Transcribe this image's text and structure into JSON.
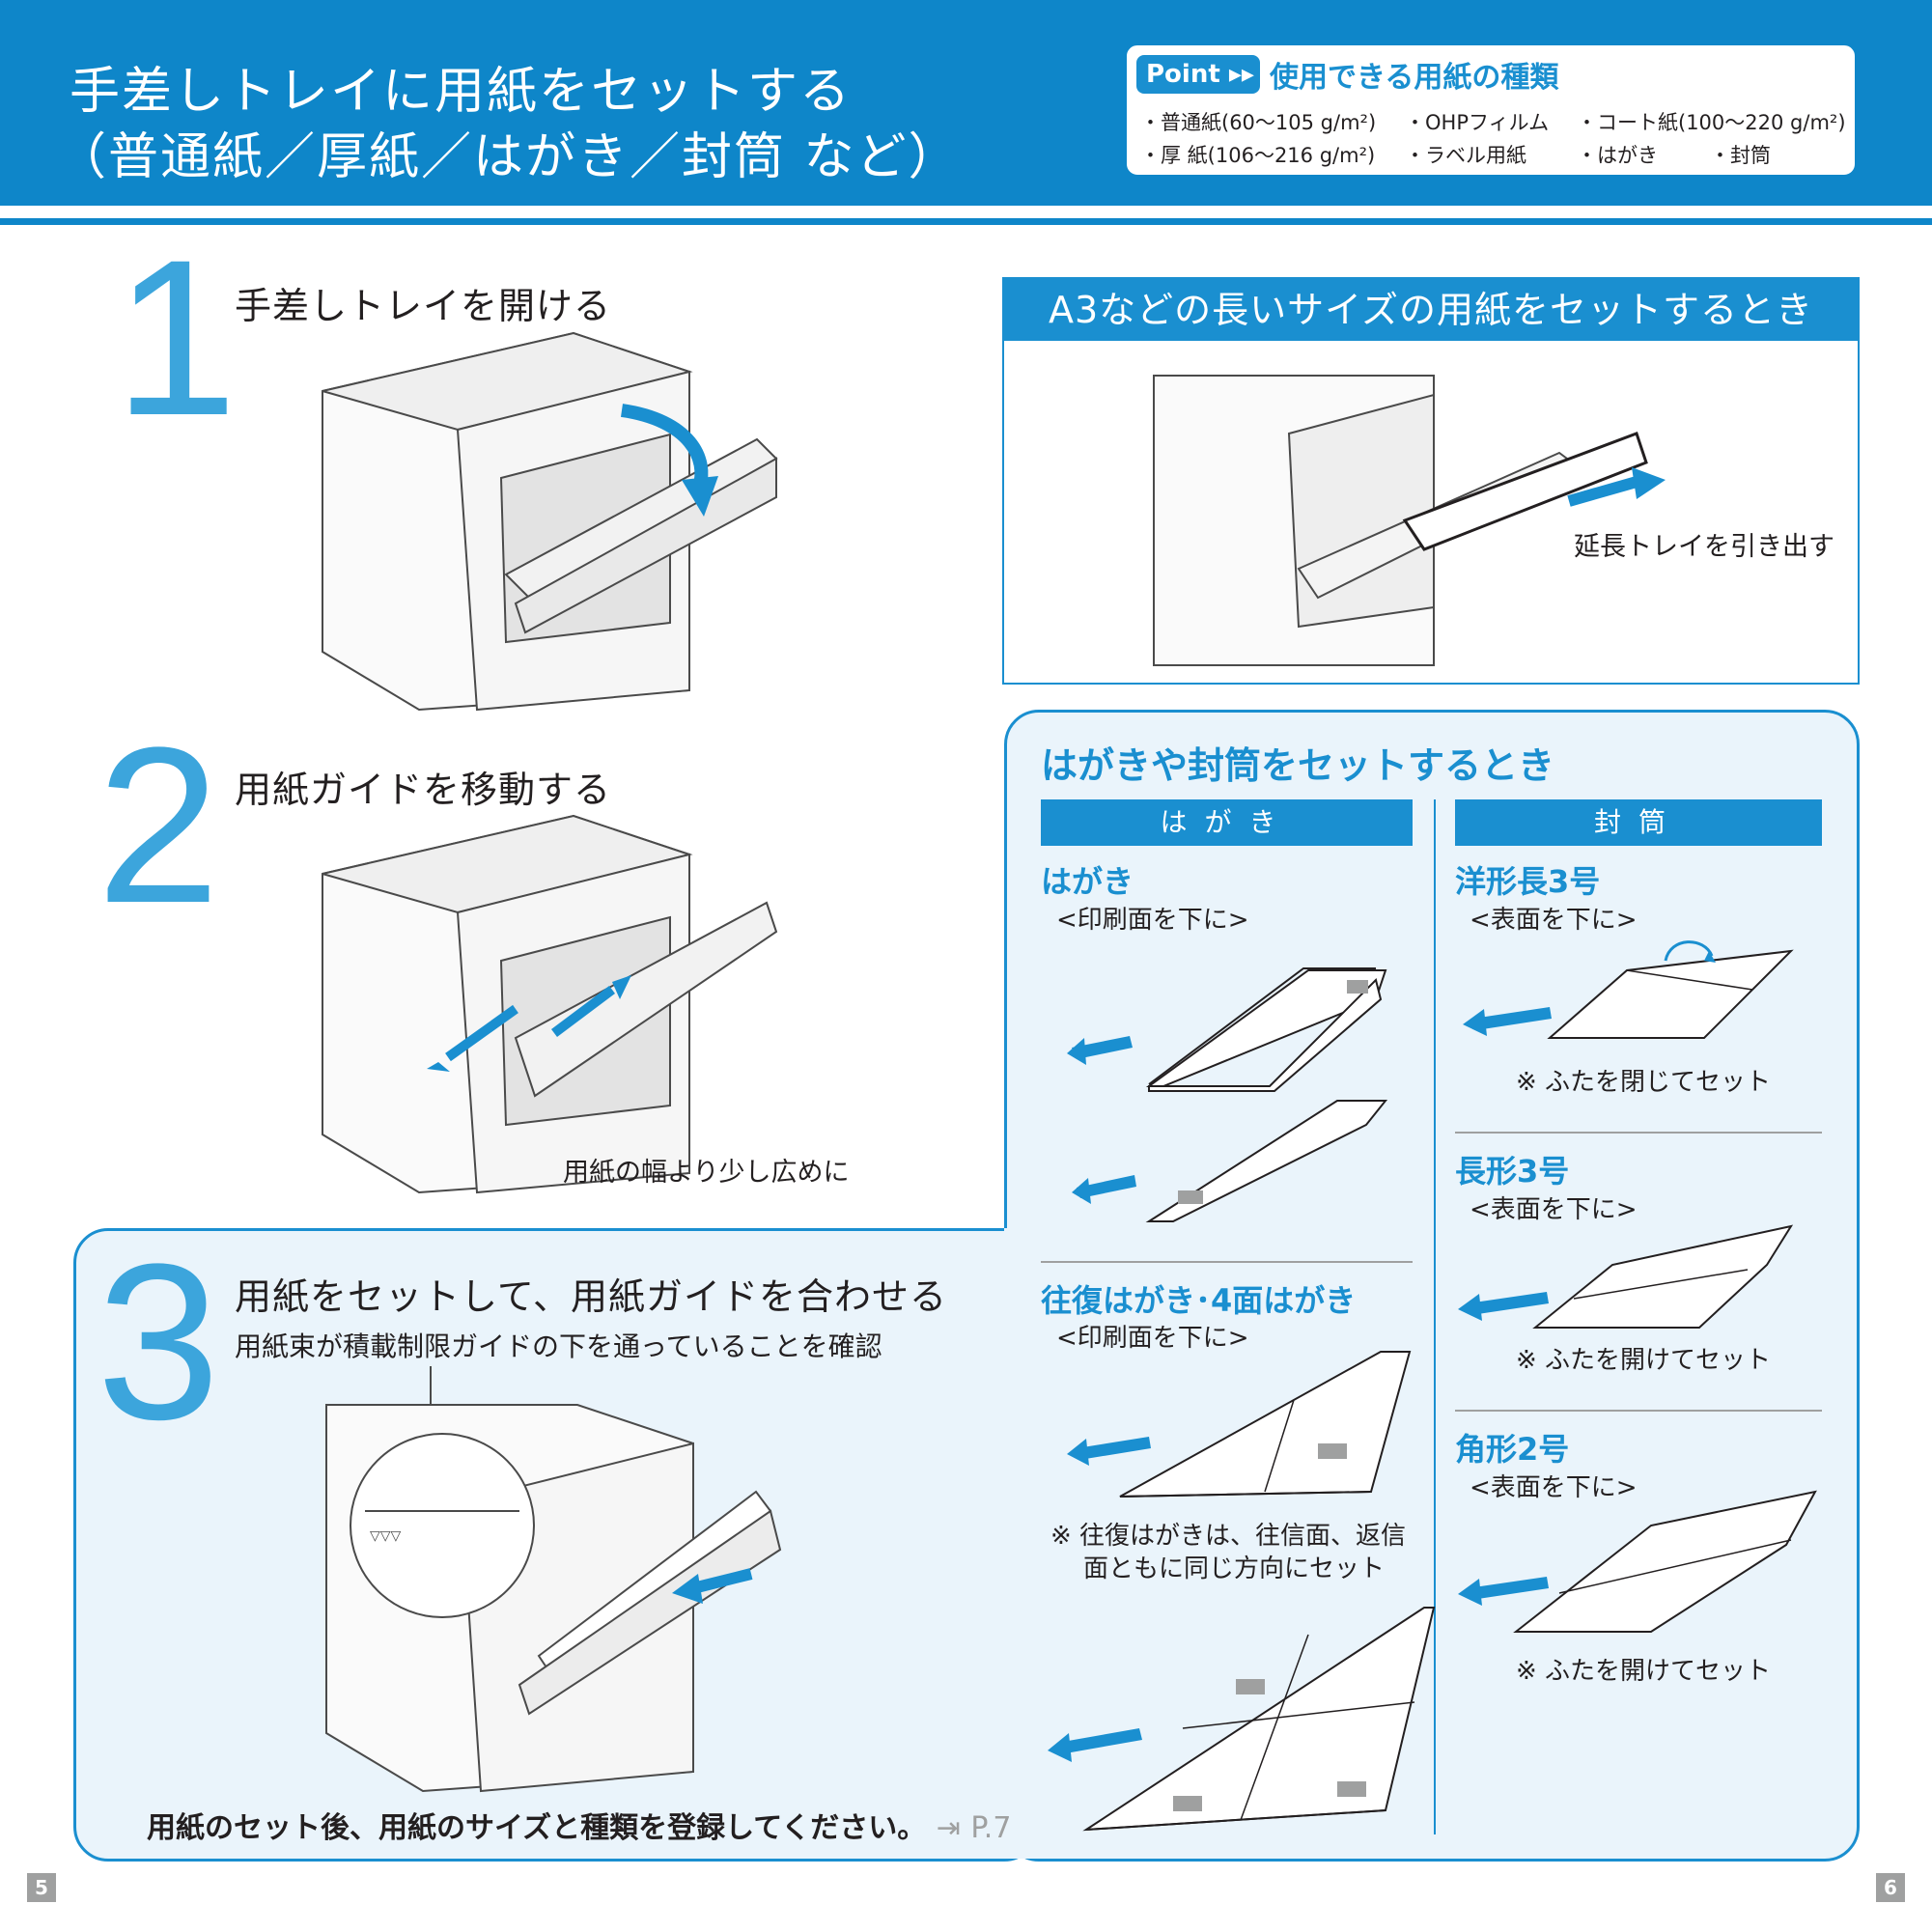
{
  "header": {
    "title_line1": "手差しトレイに用紙をセットする",
    "title_line2": "（普通紙／厚紙／はがき／封筒 など）"
  },
  "point": {
    "badge": "Point ▸▸",
    "title": "使用できる用紙の種類",
    "items": [
      "・普通紙(60～105 g/m²)",
      "・OHPフィルム",
      "・コート紙(100～220 g/m²)",
      "・厚 紙(106～216 g/m²)",
      "・ラベル用紙",
      "・はがき",
      "・封筒"
    ]
  },
  "steps": [
    {
      "number": "1",
      "title": "手差しトレイを開ける"
    },
    {
      "number": "2",
      "title": "用紙ガイドを移動する",
      "caption": "用紙の幅より少し広めに"
    },
    {
      "number": "3",
      "title": "用紙をセットして、用紙ガイドを合わせる",
      "caption": "用紙束が積載制限ガイドの下を通っていることを確認"
    }
  ],
  "a3": {
    "title": "A3などの長いサイズの用紙をセットするとき",
    "caption": "延長トレイを引き出す"
  },
  "postcard_panel": {
    "title": "はがきや封筒をセットするとき",
    "col_postcard": "はがき",
    "col_envelope": "封筒",
    "postcard": {
      "label": "はがき",
      "orientation": "<印刷面を下に>"
    },
    "return_postcard": {
      "label": "往復はがき･4面はがき",
      "orientation": "<印刷面を下に>",
      "note_line1": "※ 往復はがきは、往信面、返信",
      "note_line2": "面ともに同じ方向にセット"
    },
    "env1": {
      "label": "洋形長3号",
      "orientation": "<表面を下に>",
      "note": "※ ふたを閉じてセット"
    },
    "env2": {
      "label": "長形3号",
      "orientation": "<表面を下に>",
      "note": "※ ふたを開けてセット"
    },
    "env3": {
      "label": "角形2号",
      "orientation": "<表面を下に>",
      "note": "※ ふたを開けてセット"
    }
  },
  "footer": {
    "instruction": "用紙のセット後、用紙のサイズと種類を登録してください。",
    "ref": "P.7",
    "page_left": "5",
    "page_right": "6"
  }
}
